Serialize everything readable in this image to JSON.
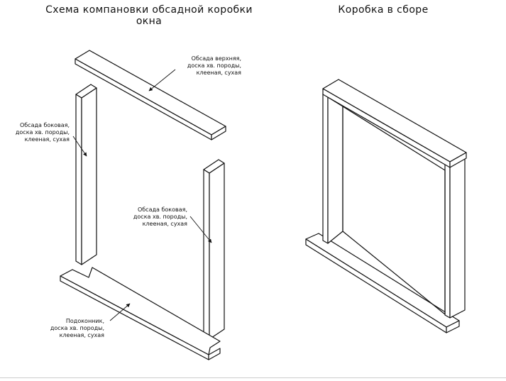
{
  "titles": {
    "left_line1": "Схема компановки обсадной коробки",
    "left_line2": "окна",
    "right": "Коробка в сборе"
  },
  "callouts": {
    "top_board": [
      "Обсада верхняя,",
      "доска хв. породы,",
      "клееная, сухая"
    ],
    "left_side": [
      "Обсада боковая,",
      "доска хв. породы,",
      "клееная, сухая"
    ],
    "right_side": [
      "Обсада боковая,",
      "доска хв. породы,",
      "клееная, сухая"
    ],
    "sill": [
      "Подоконник,",
      "доска хв. породы,",
      "клееная, сухая"
    ]
  }
}
